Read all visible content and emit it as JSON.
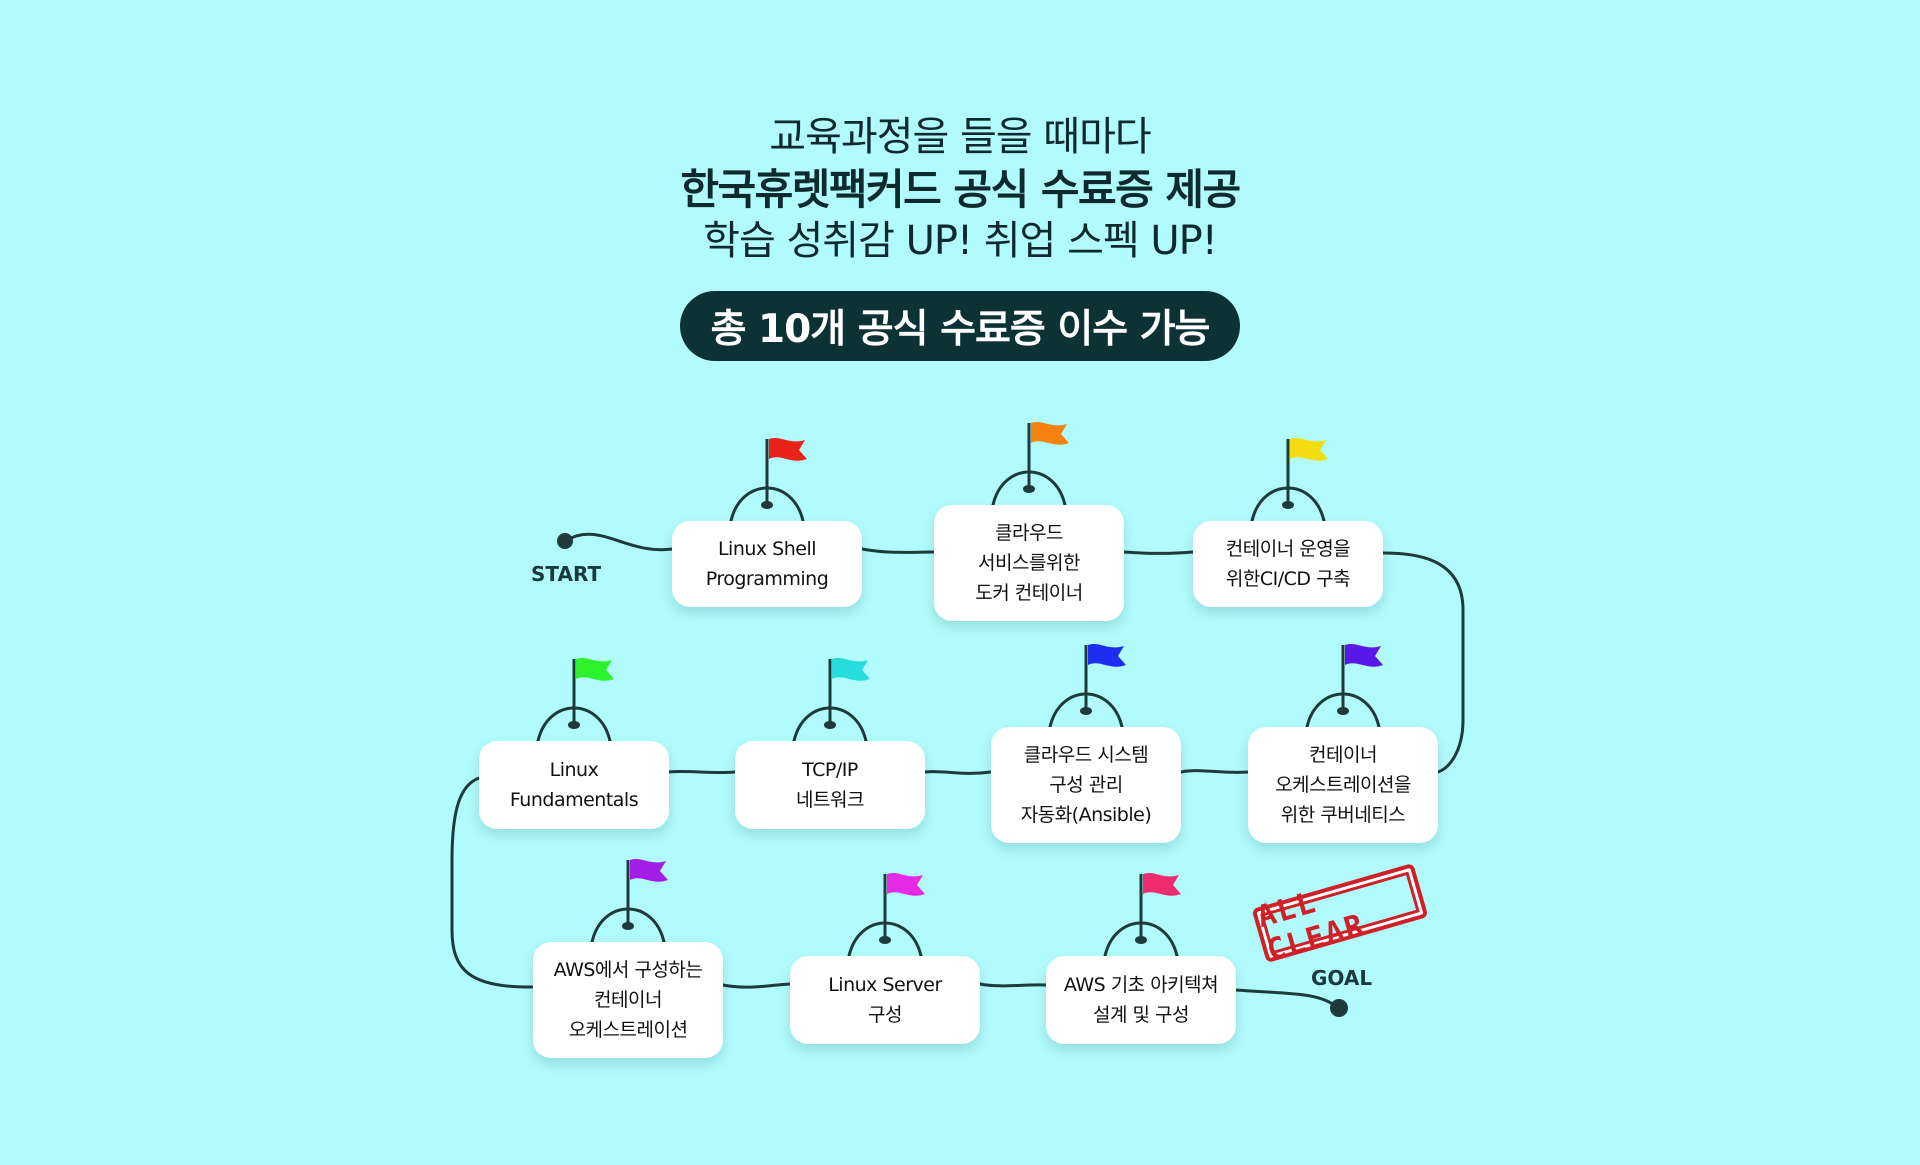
{
  "header": {
    "line1": "교육과정을 들을 때마다",
    "line2": "한국휴렛팩커드 공식 수료증 제공",
    "line3": "학습 성취감 UP! 취업 스펙 UP!",
    "pill": "총 10개 공식 수료증 이수 가능"
  },
  "route": {
    "start_label": "START",
    "goal_label": "GOAL",
    "stamp_text": "ALL CLEAR",
    "path_color": "#1e3a3a",
    "steps": [
      {
        "lines": [
          "Linux Shell",
          "Programming"
        ],
        "flag_color": "#e8231a"
      },
      {
        "lines": [
          "클라우드",
          "서비스를위한",
          "도커 컨테이너"
        ],
        "flag_color": "#f5820f"
      },
      {
        "lines": [
          "컨테이너 운영을",
          "위한CI/CD 구축"
        ],
        "flag_color": "#f6dc13"
      },
      {
        "lines": [
          "컨테이너",
          "오케스트레이션을",
          "위한 쿠버네티스"
        ],
        "flag_color": "#5a18e8"
      },
      {
        "lines": [
          "클라우드 시스템",
          "구성 관리",
          "자동화(Ansible)"
        ],
        "flag_color": "#1c2ff0"
      },
      {
        "lines": [
          "TCP/IP",
          "네트워크"
        ],
        "flag_color": "#26dcdc"
      },
      {
        "lines": [
          "Linux",
          "Fundamentals"
        ],
        "flag_color": "#2cf22c"
      },
      {
        "lines": [
          "AWS에서 구성하는",
          "컨테이너",
          "오케스트레이션"
        ],
        "flag_color": "#a21de6"
      },
      {
        "lines": [
          "Linux Server",
          "구성"
        ],
        "flag_color": "#e62ae6"
      },
      {
        "lines": [
          "AWS 기초 아키텍쳐",
          "설계 및 구성"
        ],
        "flag_color": "#ee2c6e"
      }
    ]
  }
}
